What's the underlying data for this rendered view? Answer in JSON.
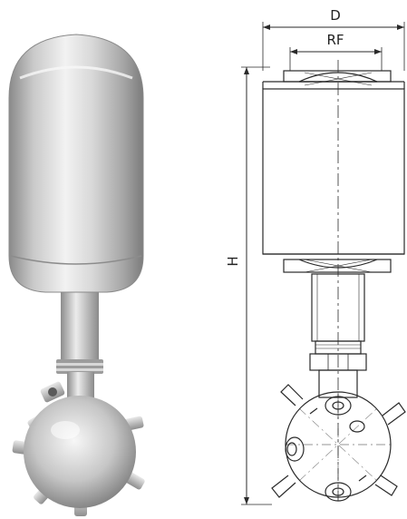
{
  "drawing": {
    "labels": {
      "diameter": "D",
      "flange": "RF",
      "height": "H"
    },
    "colors": {
      "line": "#2a2a2a",
      "metal_light": "#e6e6e6",
      "metal_mid": "#b4b4b4",
      "metal_dark": "#6e6e6e",
      "background": "#ffffff"
    }
  }
}
